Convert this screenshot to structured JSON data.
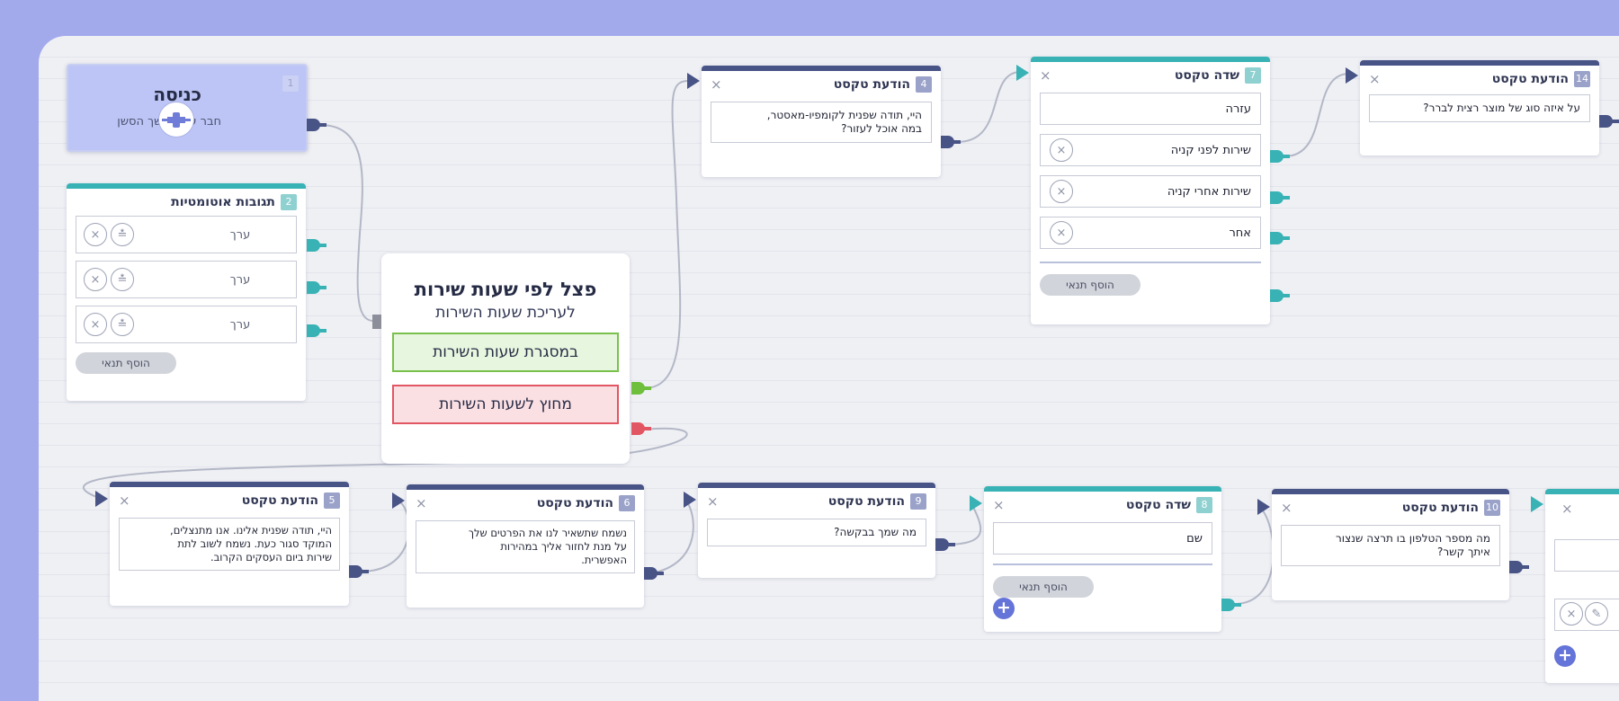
{
  "entry": {
    "num": "1",
    "title": "כניסה",
    "subtitle": "חבר עם המשך הסשן"
  },
  "auto": {
    "num": "2",
    "title": "תגובות אוטומטיות",
    "rows": [
      "ערך",
      "ערך",
      "ערך"
    ],
    "add": "הוסף תנאי"
  },
  "split": {
    "title": "פצל לפי שעות שירות",
    "subtitle": "לעריכת שעות השירות",
    "inside": "במסגרת שעות השירות",
    "outside": "מחוץ לשעות השירות"
  },
  "n4": {
    "num": "4",
    "title": "הודעת טקסט",
    "text": "היי, תודה שפנית לקומפיו-מאסטר,\nבמה אוכל לעזור?"
  },
  "n7": {
    "num": "7",
    "title": "שדה טקסט",
    "field": "עזרה",
    "options": [
      "שירות לפני קניה",
      "שירות אחרי קניה",
      "אחר"
    ],
    "add": "הוסף תנאי"
  },
  "n14": {
    "num": "14",
    "title": "הודעת טקסט",
    "text": "על איזה סוג של מוצר רצית לברר?"
  },
  "n5": {
    "num": "5",
    "title": "הודעת טקסט",
    "text": "היי, תודה שפנית אלינו. אנו מתנצלים,\nהמוקד סגור כעת. נשמח לשוב לתת\nשירות ביום העסקים הקרוב."
  },
  "n6": {
    "num": "6",
    "title": "הודעת טקסט",
    "text": "נשמח שתשאיר לנו את הפרטים שלך\nעל מנת לחזור אליך במהירות\nהאפשרית."
  },
  "n9": {
    "num": "9",
    "title": "הודעת טקסט",
    "text": "מה שמך בבקשה?"
  },
  "n8": {
    "num": "8",
    "title": "שדה טקסט",
    "field": "שם",
    "add": "הוסף תנאי"
  },
  "n10": {
    "num": "10",
    "title": "הודעת טקסט",
    "text": "מה מספר הטלפון בו תרצה שנצור\nאיתך קשר?"
  },
  "close_glyph": "×",
  "plus_glyph": "+"
}
